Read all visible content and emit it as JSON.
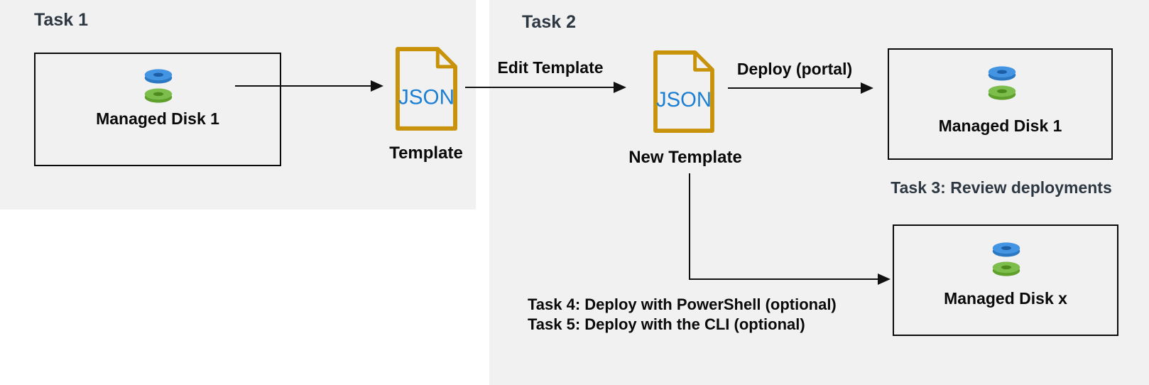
{
  "diagram": {
    "task1": {
      "heading": "Task 1",
      "source_disk": {
        "label": "Managed Disk 1"
      },
      "template": {
        "file_type": "JSON",
        "caption": "Template"
      }
    },
    "task2": {
      "heading": "Task 2",
      "edit_arrow_label": "Edit Template",
      "new_template": {
        "file_type": "JSON",
        "caption": "New Template"
      },
      "deploy_portal_label": "Deploy (portal)",
      "deployed_disk": {
        "label": "Managed Disk 1"
      },
      "task3_label": "Task 3: Review deployments",
      "optional_disk": {
        "label": "Managed Disk x"
      },
      "task4_label": "Task 4: Deploy with PowerShell (optional)",
      "task5_label": "Task 5: Deploy with the CLI (optional)"
    },
    "icons": {
      "managed_disk": "azure-managed-disk-icon",
      "json_file": "json-file-icon"
    },
    "colors": {
      "panel_background": "#f1f1f1",
      "heading_text": "#2d3843",
      "label_text": "#0a0a0a",
      "file_outline": "#c8920b",
      "json_text": "#1b7fd3",
      "disk_blue_top": "#4395e4",
      "disk_blue_rim": "#2b77c2",
      "disk_blue_hole": "#1d5fa5",
      "disk_green_top": "#7cbd4b",
      "disk_green_rim": "#5fa02c",
      "disk_green_hole": "#4e8a1e",
      "arrow": "#111111"
    }
  }
}
